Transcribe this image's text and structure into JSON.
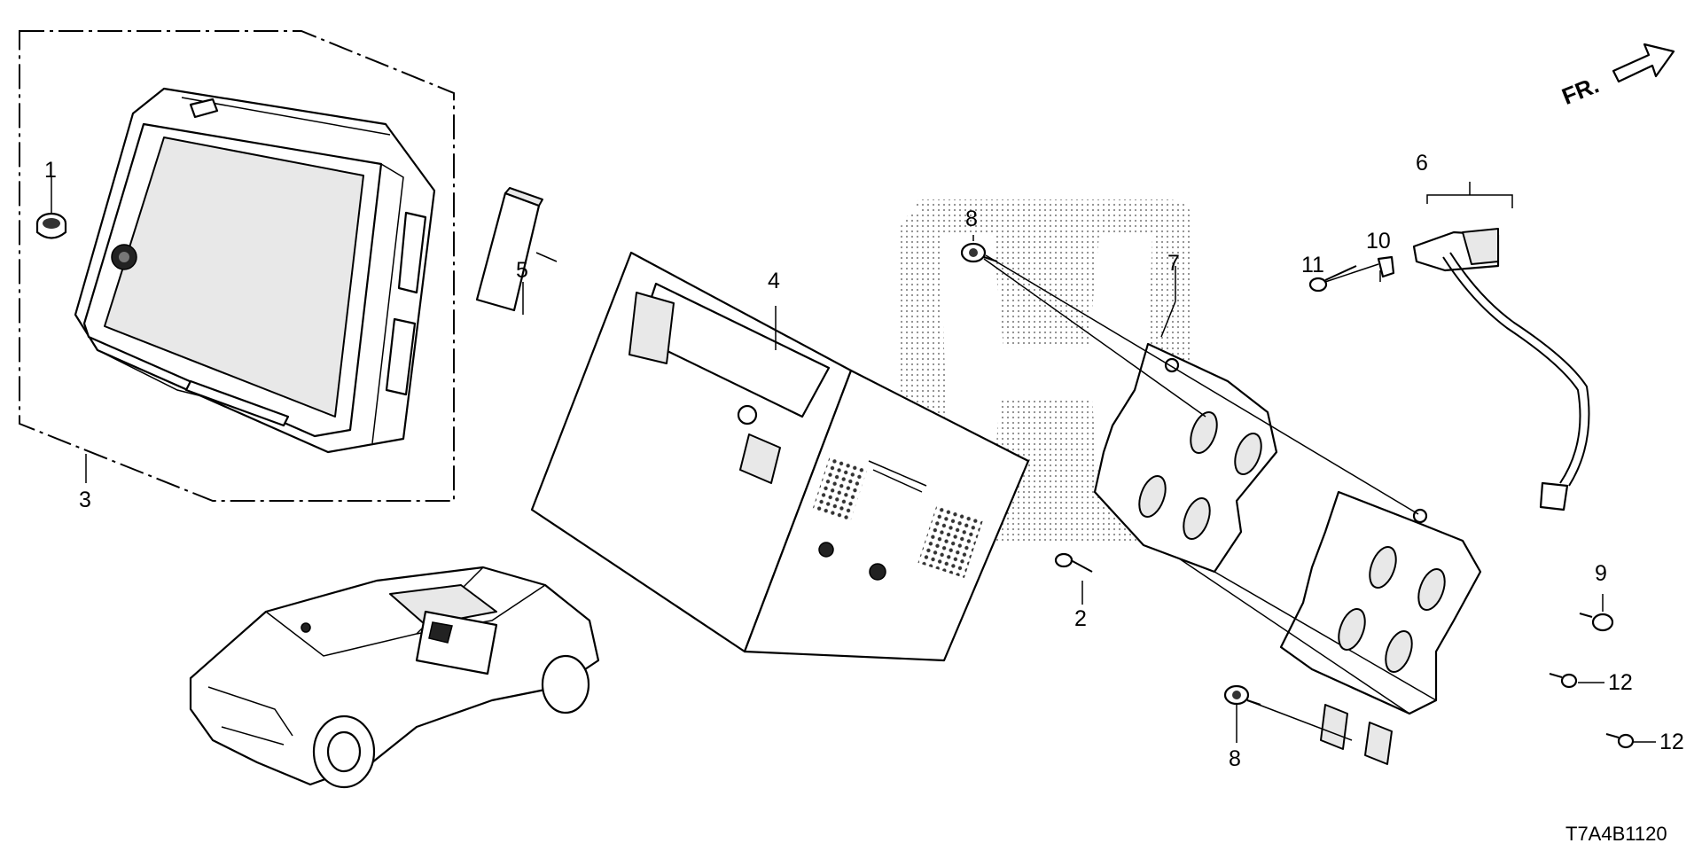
{
  "diagram": {
    "callouts": [
      "1",
      "2",
      "3",
      "4",
      "5",
      "6",
      "7",
      "8",
      "8",
      "9",
      "10",
      "11",
      "12",
      "12"
    ],
    "direction_label": "FR.",
    "diagram_code": "T7A4B1120"
  }
}
